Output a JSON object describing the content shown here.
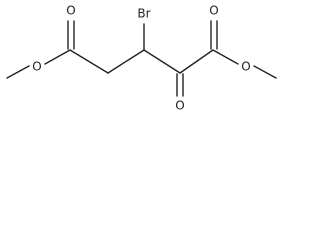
{
  "molecule": {
    "atoms": {
      "bromine": "Br",
      "oxygen_ester_left_carbonyl": "O",
      "oxygen_ester_left_single": "O",
      "oxygen_ketone": "O",
      "oxygen_ester_right_carbonyl": "O",
      "oxygen_ester_right_single": "O"
    }
  }
}
